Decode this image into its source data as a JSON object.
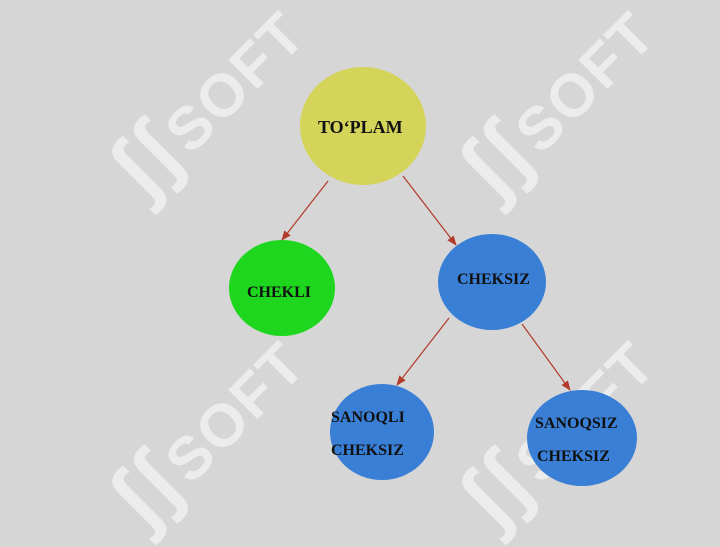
{
  "watermark": {
    "text": "SOFT",
    "mark": "ʃʃ"
  },
  "colors": {
    "background": "#d6d6d6",
    "root": "#d4d35a",
    "finite": "#1ed61e",
    "infinite": "#3a7fd6",
    "arrow": "#b23a2a"
  },
  "nodes": {
    "root": {
      "label": "TO‘PLAM"
    },
    "finite": {
      "label": "CHEKLI"
    },
    "infinite": {
      "label": "CHEKSIZ"
    },
    "countable": {
      "line1": "SANOQLI",
      "line2": "CHEKSIZ"
    },
    "uncountable": {
      "line1": "SANOQSIZ",
      "line2": "CHEKSIZ"
    }
  }
}
